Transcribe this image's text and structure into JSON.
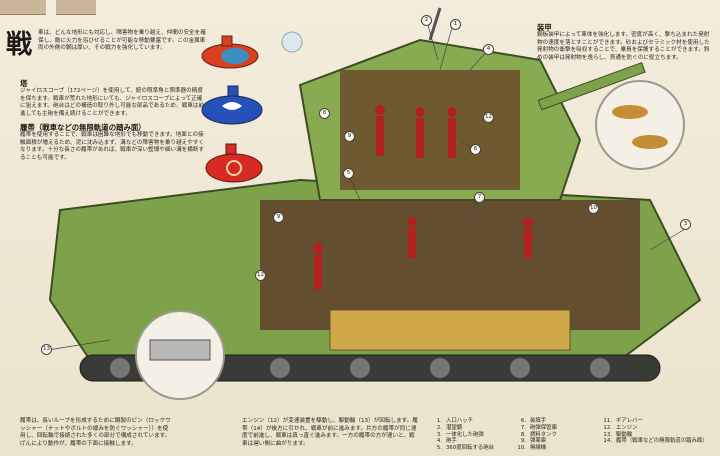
{
  "article": {
    "title_char": "戦",
    "intro": "車は、どんな地形にも対応し、障害物を乗り越え、仲間の安全を確保し、敵に火力を浴びせることが可能な移動要塞です。この金属車両の外側の鋼は厚い、その戦力を強化しています。",
    "turret": {
      "heading": "塔",
      "body": "ジャイロスコープ（172ページ）を使用して、銃の照準角と照準器の精度を保ちます。戦車が荒れた地形にいても、ジャイロスコープによって正確に狙えます。砲台はどの構造の取り外し可能な部品であるため、戦車は前進しても主砲を備え続けることができます。"
    },
    "crawler": {
      "heading": "履帯（戦車などの無限軌道の踏み面）",
      "body": "履帯を使用することで、戦車は困難な地形でも移動できます。地面との接触面積が増えるため、泥に沈み込まず、溝などの障害物を乗り越えやすくなります。十分な長さの履帯があれば、戦車が深い塹壕や細い溝を横断することも可能です。"
    },
    "armor": {
      "heading": "装甲",
      "body": "鋼板装甲によって車体を強化します。密度が高く、撃ち込まれた発射物の速度を落とすことができます。砂およびセラミック材を使用した発射物の衝撃を吸収することで、乗員を保護することができます。斜めの装甲は発射物を逸らし、貫通を防ぐのに役立ちます。"
    },
    "bottom_left": "履帯は、長いループを形成するために鋼製のピン（ロックワッシャー（ナットやボルトの緩みを防ぐワッシャー））を使用し、回転軸で接続された多くの部分で構成されています。げんにより動作が、履帯の下面に接触します。",
    "bottom_mid": "エンジン（12）が変速装置を駆動し、駆動輪（13）が回転します。履帯（14）が後方に引かれ、戦車が前に進みます。片方の履帯が同じ速度で前進し、戦車は真っ直ぐ進みます。一方の履帯の方が速いと、戦車は遅い側に曲がります。"
  },
  "callouts": {
    "c1": "1",
    "c2": "2",
    "c3": "3",
    "c4": "4",
    "c5": "5",
    "c6": "6",
    "c7": "7",
    "c8": "8",
    "c9": "9",
    "c10": "10",
    "c12": "12",
    "c13": "13"
  },
  "legend": [
    {
      "num": "1.",
      "label": "入口ハッチ"
    },
    {
      "num": "2.",
      "label": "潜望鏡"
    },
    {
      "num": "3.",
      "label": "一体化した砲弾"
    },
    {
      "num": "4.",
      "label": "砲手"
    },
    {
      "num": "5.",
      "label": "360度回転する砲台"
    },
    {
      "num": "6.",
      "label": "装填手"
    },
    {
      "num": "7.",
      "label": "砲弾保管庫"
    },
    {
      "num": "8.",
      "label": "燃料タンク"
    },
    {
      "num": "9.",
      "label": "弾薬庫"
    },
    {
      "num": "10.",
      "label": "無線機"
    },
    {
      "num": "11.",
      "label": "ギアレバー"
    },
    {
      "num": "12.",
      "label": "エンジン"
    },
    {
      "num": "13.",
      "label": "駆動輪"
    },
    {
      "num": "14.",
      "label": "履帯（戦車などの無限軌道の踏み面）"
    }
  ]
}
